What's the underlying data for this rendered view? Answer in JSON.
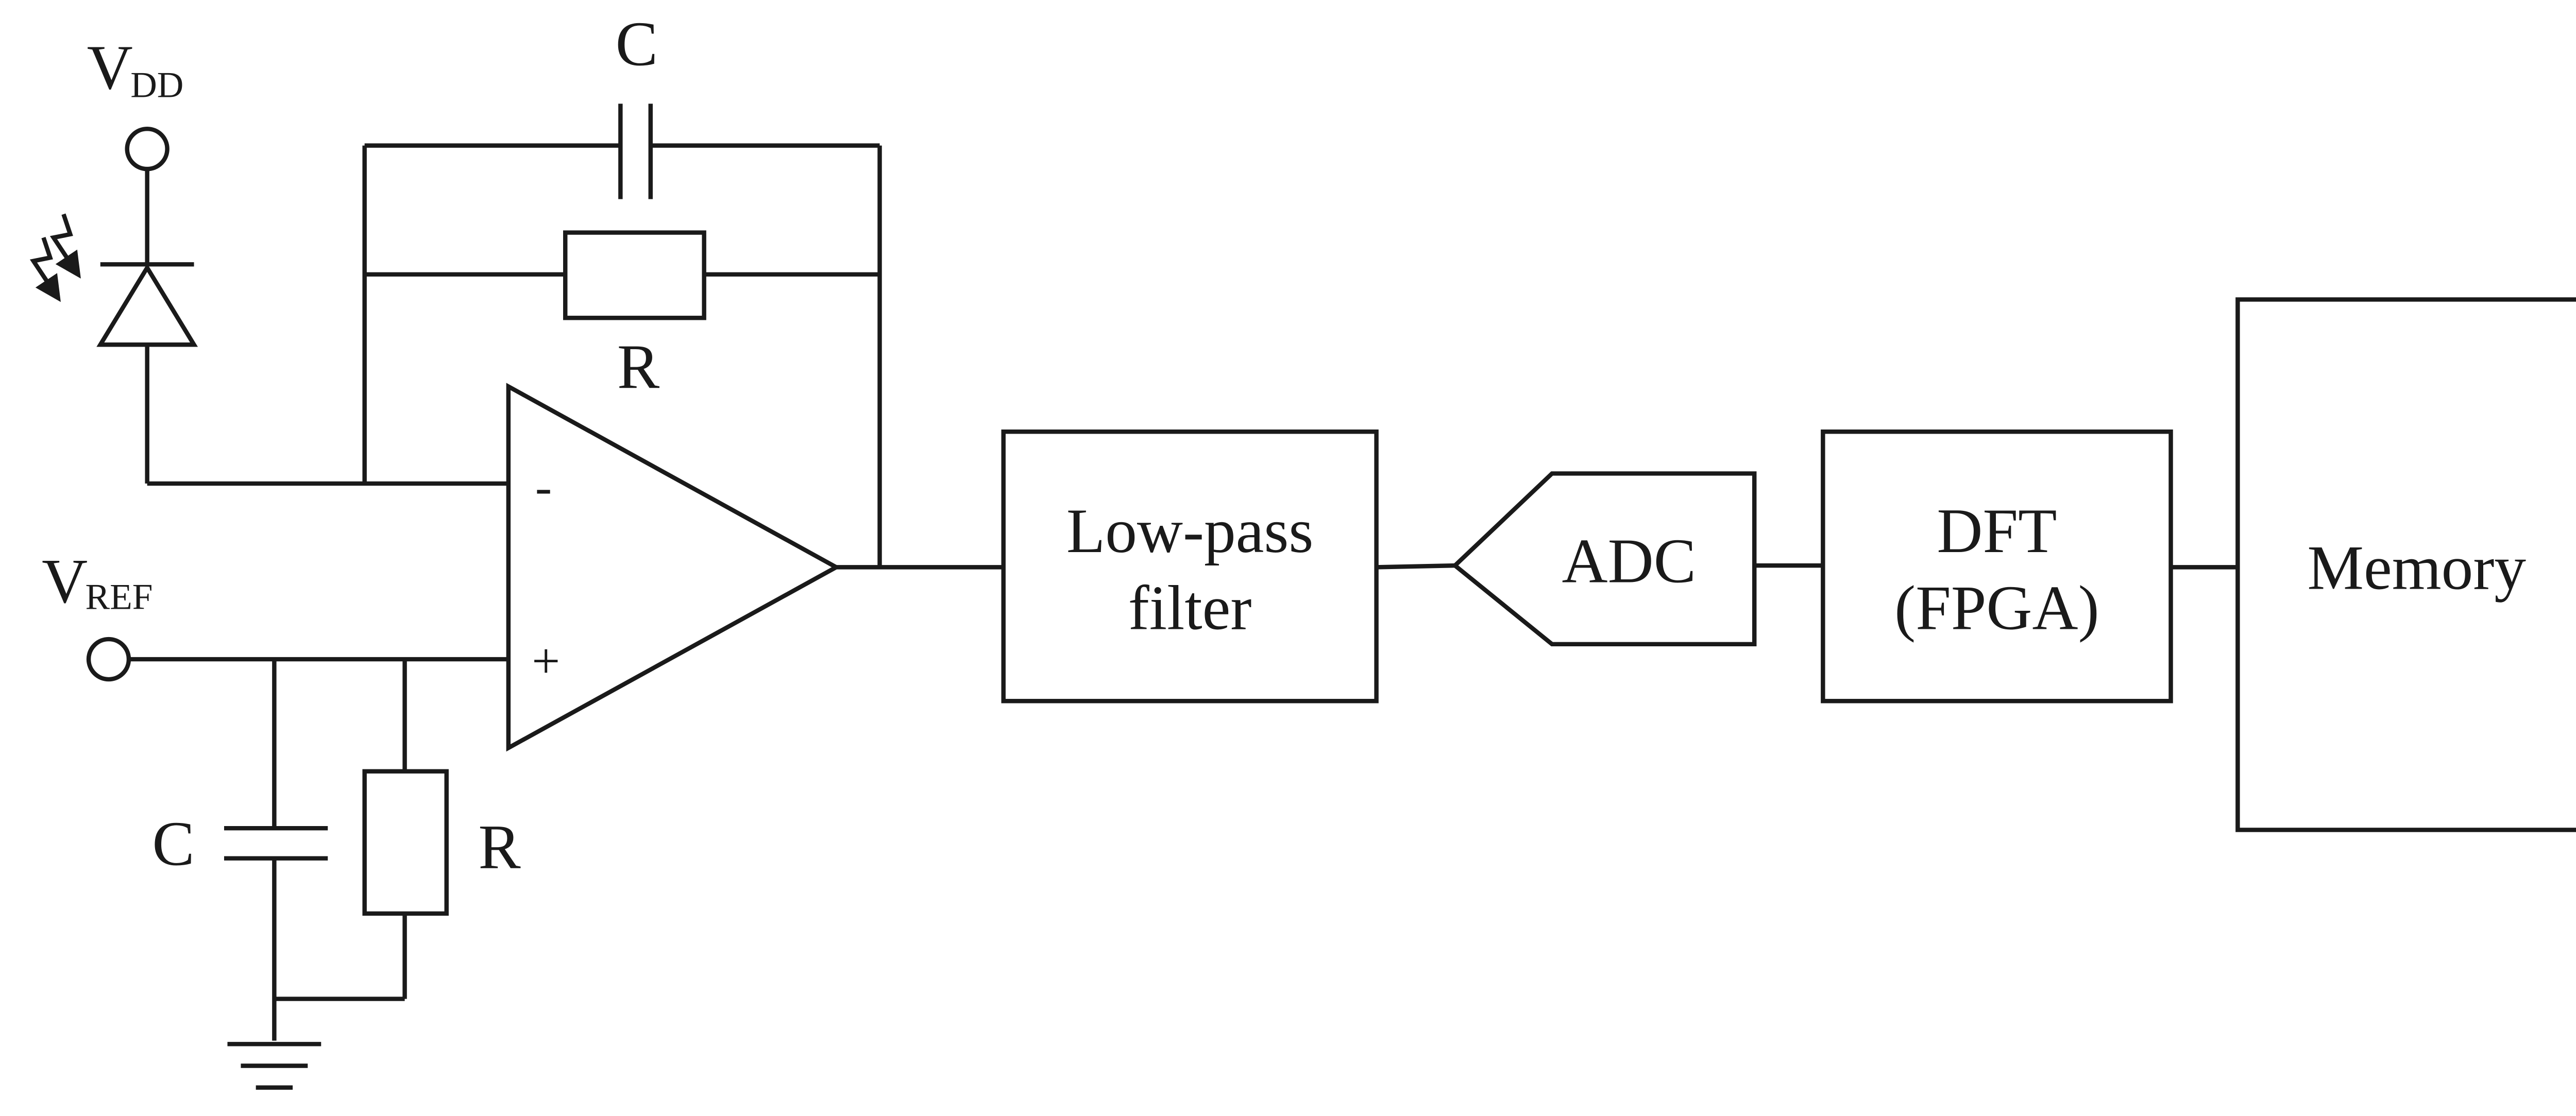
{
  "supply": {
    "name": "V",
    "subscript": "DD"
  },
  "reference": {
    "name": "V",
    "subscript": "REF"
  },
  "feedback": {
    "capacitor_label": "C",
    "resistor_label": "R"
  },
  "input_filter": {
    "capacitor_label": "C",
    "resistor_label": "R"
  },
  "opamp": {
    "inverting_sign": "-",
    "noninverting_sign": "+"
  },
  "blocks": {
    "lowpass": {
      "line1": "Low-pass",
      "line2": "filter"
    },
    "adc": {
      "label": "ADC"
    },
    "dft": {
      "line1": "DFT",
      "line2": "(FPGA)"
    },
    "memory": {
      "label": "Memory"
    }
  },
  "icons": {
    "photodiode": "photodiode-icon",
    "light": "incident-light-arrows-icon",
    "ground": "ground-icon",
    "terminal": "terminal-node-icon"
  },
  "colors": {
    "ink": "#1a1a1a",
    "background": "#ffffff"
  }
}
